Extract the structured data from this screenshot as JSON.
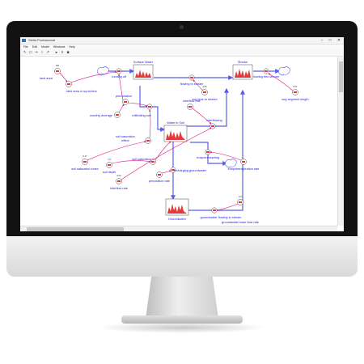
{
  "window": {
    "title": "Stella Professional",
    "controls": [
      "–",
      "□",
      "✕"
    ]
  },
  "menu": [
    "File",
    "Edit",
    "Model",
    "Windows",
    "Help"
  ],
  "toolbar_icons": [
    "pointer-icon",
    "stock-icon",
    "flow-icon",
    "converter-icon",
    "connector-icon",
    "play-icon",
    "pause-icon",
    "stop-icon"
  ],
  "colors": {
    "label": "#1b1bd6",
    "connector": "#e0108a",
    "flow_pipe": "#5a5ee6",
    "stock_border": "#666666",
    "screen_bg": "#ffffff"
  },
  "stocks": {
    "surface_water": "Surface Water",
    "stream": "Stream",
    "water_in_soil": "Water in Soil",
    "groundwater": "Groundwater"
  },
  "flows": {
    "running_off": "running off",
    "flowing_to_stream": "flowing to stream",
    "flowing_thru_stream": "flowing thru stream",
    "infiltrating_soil": "infiltrating soil",
    "interflowing": "interflowing",
    "evapotranspiring": "evapotranspiring",
    "recharging_groundwater": "recharging groundwater",
    "groundwater_flowing_to_stream": "groundwater flowing to stream"
  },
  "converters": {
    "land_area": "land area",
    "land_area_sq_m": "land area in sq meters",
    "precipitation": "precipitation",
    "monthly_average": "monthly average",
    "soil_saturation_effect": "soil saturation effect",
    "soil_saturation_index": "soil saturation index",
    "soil_depth": "soil depth",
    "soil_saturation": "soil saturation",
    "percolation_rate": "percolation rate",
    "interflow_rate_bottom": "interflow rate",
    "interflow_rate_top": "interflow rate",
    "avg_time_to_stream": "avg time to stream",
    "avg_segment_length": "avg segment length",
    "evapotranspiration_rate": "evapotranspiration rate",
    "groundwater_base_flow_rate": "groundwater base flow rate"
  },
  "values": {
    "land_area": "10K",
    "avg_time_to_stream": "0.05",
    "avg_segment_length": "0.01",
    "soil_saturation_index": "0.17",
    "soil_depth": "1.5",
    "interflow_rate": "0.02",
    "groundwater_base_flow_rate": "0.3"
  }
}
